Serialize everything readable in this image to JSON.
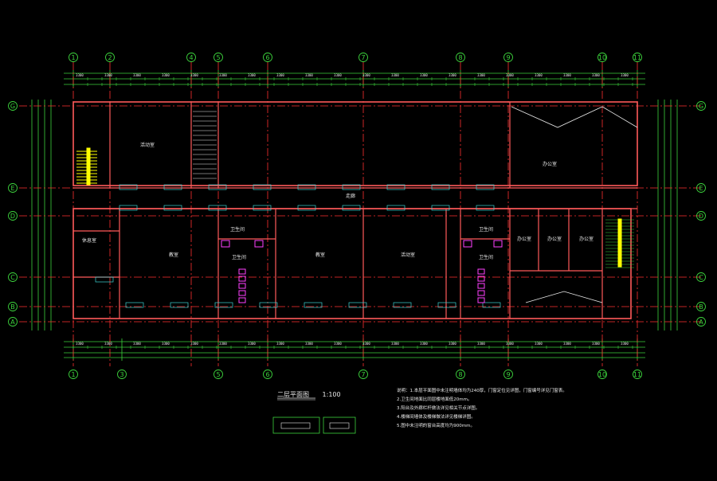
{
  "colors": {
    "background": "#000000",
    "wall": "#ff5a5a",
    "axis": "#ff3030",
    "dimension": "#3cd23c",
    "text": "#e8e8e8",
    "window": "#3cd2d2",
    "stair": "#ffff00",
    "fixture": "#ff40ff"
  },
  "grid_top": [
    "1",
    "2",
    "4",
    "5",
    "6",
    "7",
    "8",
    "9",
    "10",
    "11"
  ],
  "grid_bottom": [
    "1",
    "3",
    "5",
    "6",
    "7",
    "8",
    "9",
    "10",
    "11"
  ],
  "grid_rows": [
    "G",
    "E",
    "D",
    "C",
    "B",
    "A"
  ],
  "rooms": {
    "r1": "活动室",
    "r2": "卫生间",
    "r3": "卫生间",
    "r4": "教室",
    "r5": "活动室",
    "r6": "卫生间",
    "r7": "卫生间",
    "r8": "办公室",
    "r9": "办公室",
    "r10": "办公室",
    "r11": "教室",
    "r12": "休息室",
    "r13": "办公室",
    "r14": "走廊"
  },
  "title": {
    "name": "二层平面图",
    "scale": "1:100"
  },
  "notes": [
    "说明：1.本层平面图中未注明墙体均为240厚，门窗定位见详图，门窗编号详见门窗表。",
    "2.卫生间地面比同层楼地面低20mm。",
    "3.阳台及外廊栏杆做法详见相关节点详图。",
    "4.楼梯间墙体及楼梯做法详见楼梯详图。",
    "5.图中未注明的窗台高度均为900mm。"
  ]
}
